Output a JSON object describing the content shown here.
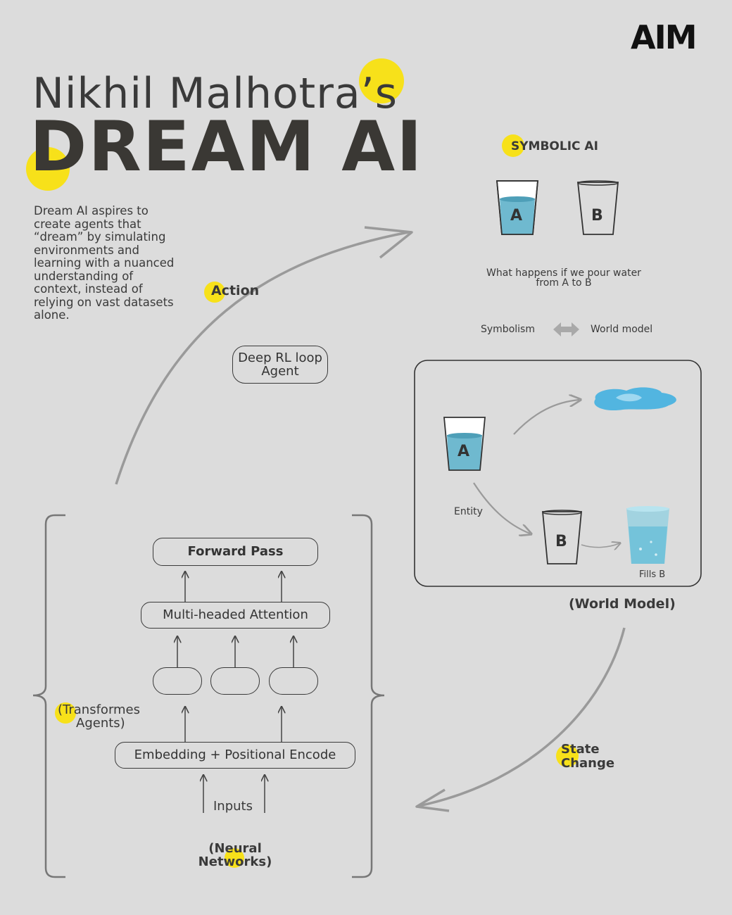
{
  "logo": "AIM",
  "title": {
    "name": "Nikhil Malhotra’s",
    "main": "DREAM AI"
  },
  "intro": "Dream AI aspires to create agents that “dream” by simulating environments and learning with a nuanced understanding of context, instead of relying on vast datasets alone.",
  "labels": {
    "action": "Action",
    "deep_rl": [
      "Deep RL loop",
      "Agent"
    ],
    "symbolic_ai": "SYMBOLIC AI",
    "glass_a": "A",
    "glass_b": "B",
    "question": [
      "What happens if we pour water",
      "from A to B"
    ],
    "symbolism": "Symbolism",
    "world_model_label": "World model",
    "entity": "Entity",
    "fills_b": "Fills B",
    "world_model_caption": "(World Model)",
    "state_change": [
      "State",
      "Change"
    ],
    "forward_pass": "Forward Pass",
    "attention": "Multi-headed Attention",
    "embedding": "Embedding + Positional Encode",
    "inputs": "Inputs",
    "transformers": [
      "(Transformes",
      "Agents)"
    ],
    "neural": [
      "(Neural",
      "Networks)"
    ]
  },
  "colors": {
    "background": "#dcdcdc",
    "accent_yellow": "#f7e11a",
    "water_blue": "#6fb9cf",
    "dark_text": "#3a3a3a"
  }
}
